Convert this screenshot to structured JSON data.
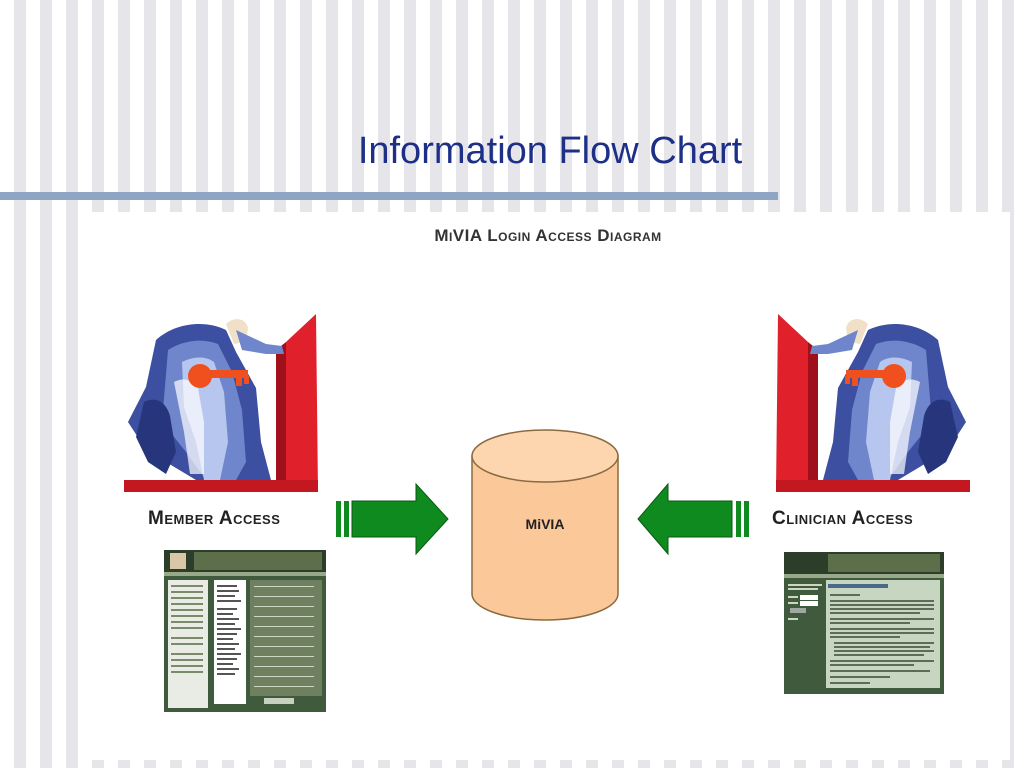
{
  "slide": {
    "title": "Information Flow Chart"
  },
  "diagram": {
    "heading": "MiVIA Login Access Diagram",
    "center_label": "MiVIA",
    "left_label": "Member Access",
    "right_label": "Clinician Access"
  },
  "colors": {
    "title": "#1d2f86",
    "rule": "#8ea6c4",
    "arrow": "#0f8a1e",
    "cylinder": "#fbc89a",
    "door": "#e0202a",
    "key": "#f0501e"
  },
  "icons": {
    "left_figure": "person-with-key-icon",
    "right_figure": "person-with-key-icon",
    "left_arrow": "arrow-right-icon",
    "right_arrow": "arrow-left-icon",
    "database": "database-cylinder-icon"
  }
}
